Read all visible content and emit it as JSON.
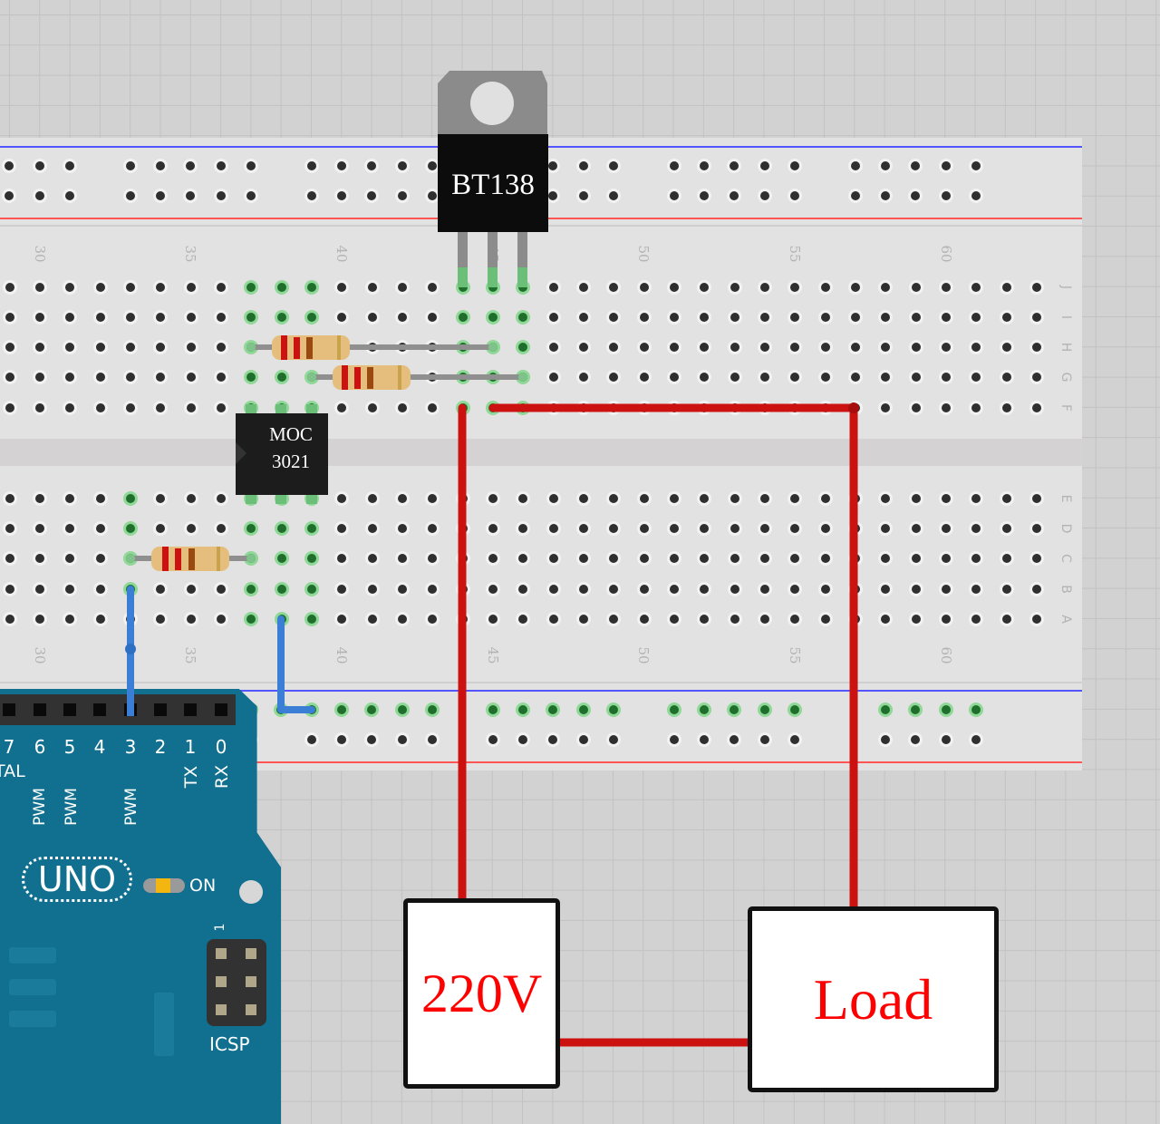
{
  "canvas": {
    "background": "#d2d2d2",
    "grid_color": "#c2c2c2"
  },
  "breadboard": {
    "column_labels": [
      "30",
      "35",
      "40",
      "45",
      "50",
      "55",
      "60"
    ],
    "row_labels_top": [
      "J",
      "I",
      "H",
      "G",
      "F"
    ],
    "row_labels_bottom": [
      "E",
      "D",
      "C",
      "B",
      "A"
    ],
    "rail_colors": {
      "negative": "#5555ff",
      "positive": "#ff5555"
    }
  },
  "components": {
    "triac": {
      "label": "BT138"
    },
    "optocoupler": {
      "line1": "MOC",
      "line2": "3021"
    },
    "source_box": {
      "label": "220V"
    },
    "load_box": {
      "label": "Load"
    }
  },
  "arduino": {
    "pin_numbers": [
      "7",
      "6",
      "5",
      "4",
      "3",
      "2",
      "1",
      "0"
    ],
    "digital_label": "TAL",
    "pwm_label": "PWM",
    "tx_label": "TX",
    "rx_label": "RX",
    "board_label": "UNO",
    "on_label": "ON",
    "icsp_label": "ICSP",
    "icsp_pin1": "1",
    "board_color": "#11708f"
  },
  "wire_colors": {
    "ac": "#cc1111",
    "signal": "#3a7fd5"
  }
}
